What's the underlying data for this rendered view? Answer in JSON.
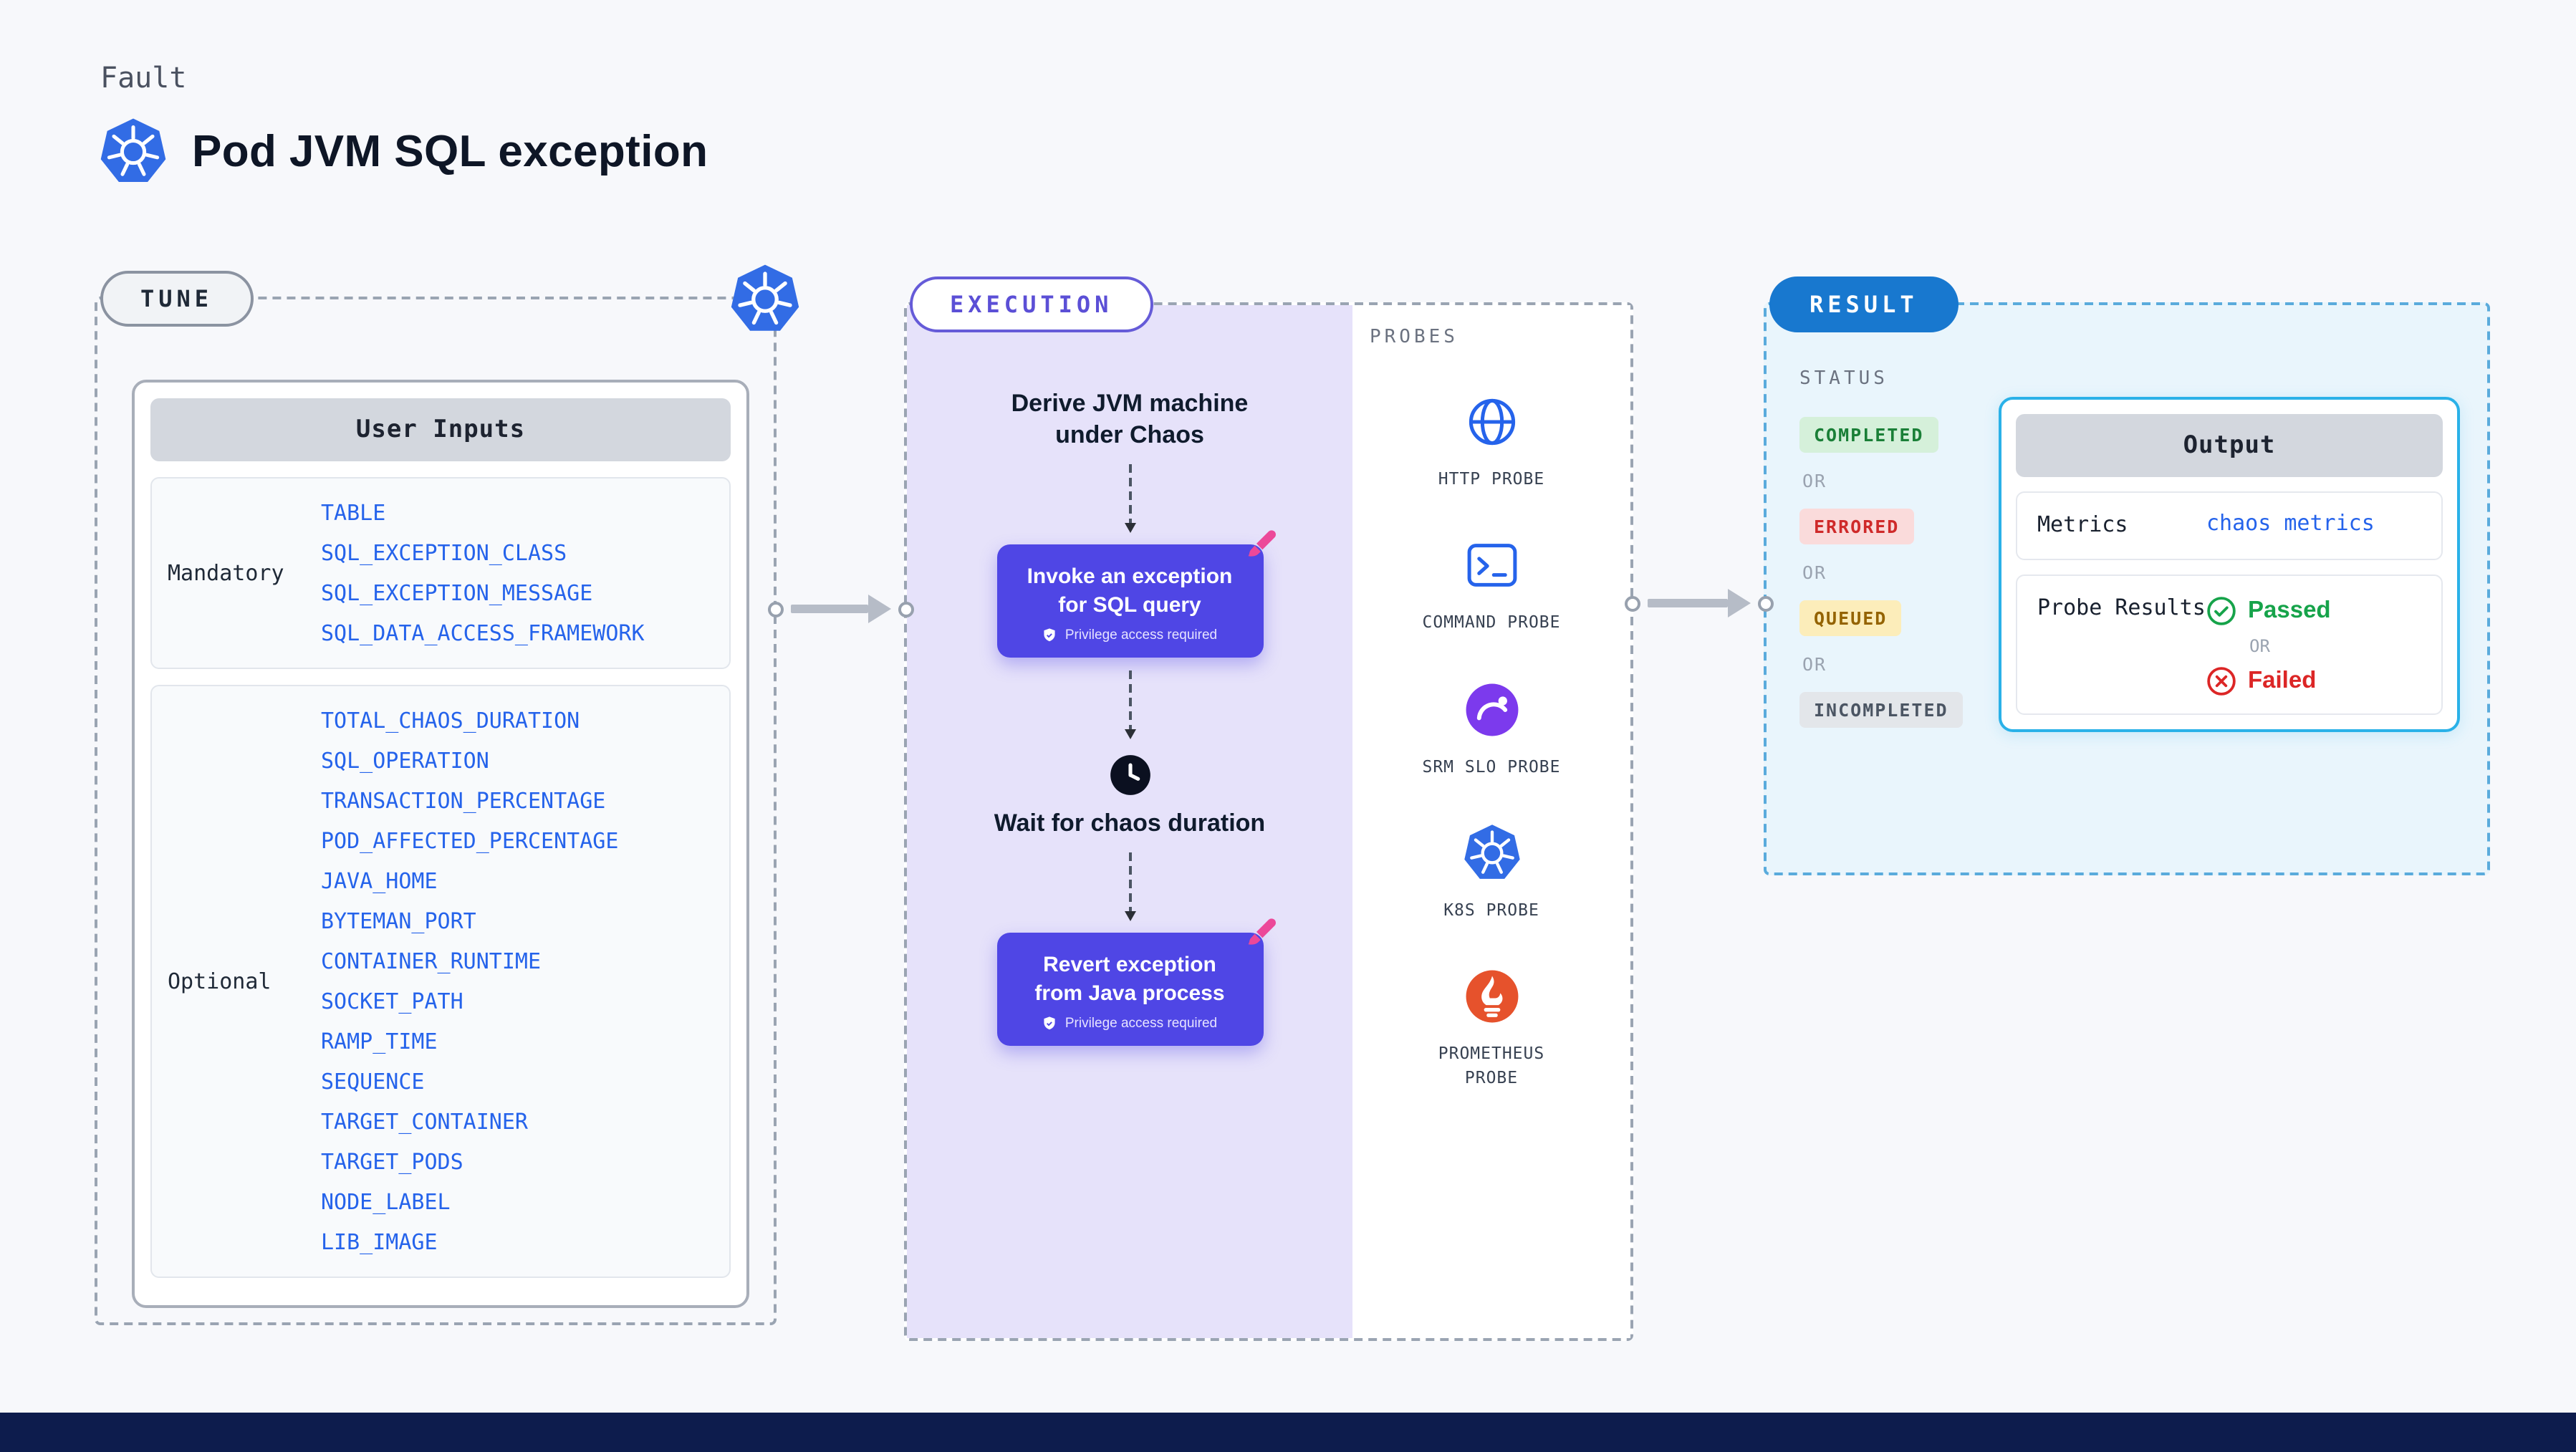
{
  "header": {
    "kicker": "Fault",
    "title": "Pod JVM SQL exception"
  },
  "tune": {
    "badge": "TUNE",
    "user_inputs": {
      "header": "User Inputs",
      "mandatory": {
        "label": "Mandatory",
        "params": [
          "TABLE",
          "SQL_EXCEPTION_CLASS",
          "SQL_EXCEPTION_MESSAGE",
          "SQL_DATA_ACCESS_FRAMEWORK"
        ]
      },
      "optional": {
        "label": "Optional",
        "params": [
          "TOTAL_CHAOS_DURATION",
          "SQL_OPERATION",
          "TRANSACTION_PERCENTAGE",
          "POD_AFFECTED_PERCENTAGE",
          "JAVA_HOME",
          "BYTEMAN_PORT",
          "CONTAINER_RUNTIME",
          "SOCKET_PATH",
          "RAMP_TIME",
          "SEQUENCE",
          "TARGET_CONTAINER",
          "TARGET_PODS",
          "NODE_LABEL",
          "LIB_IMAGE"
        ]
      }
    }
  },
  "execution": {
    "badge": "EXECUTION",
    "step1": "Derive JVM machine under Chaos",
    "action1": {
      "label": "Invoke an exception for SQL query",
      "note": "Privilege access required"
    },
    "wait": "Wait for chaos duration",
    "action2": {
      "label": "Revert exception from Java process",
      "note": "Privilege access required"
    }
  },
  "probes": {
    "label": "PROBES",
    "items": [
      "HTTP PROBE",
      "COMMAND PROBE",
      "SRM SLO PROBE",
      "K8S PROBE",
      "PROMETHEUS PROBE"
    ]
  },
  "result": {
    "badge": "RESULT",
    "status_label": "STATUS",
    "or": "OR",
    "statuses": [
      {
        "text": "COMPLETED",
        "color": "#1a7f37"
      },
      {
        "text": "ERRORED",
        "color": "#cf2a2a"
      },
      {
        "text": "QUEUED",
        "color": "#946300"
      },
      {
        "text": "INCOMPLETED",
        "color": "#4b5563"
      }
    ],
    "output": {
      "header": "Output",
      "metrics_label": "Metrics",
      "metrics_value": "chaos metrics",
      "probe_results_label": "Probe Results",
      "passed": "Passed",
      "failed": "Failed"
    }
  },
  "colors": {
    "action_indigo": "#4f46e5",
    "result_blue": "#1878cf",
    "k8s_blue": "#326ce5",
    "param_blue": "#2563eb",
    "srm_purple": "#7c3aed",
    "prometheus_orange": "#e6522c",
    "chaos_pink": "#ec4899",
    "passed_green": "#16a34a",
    "failed_red": "#dc2626"
  }
}
